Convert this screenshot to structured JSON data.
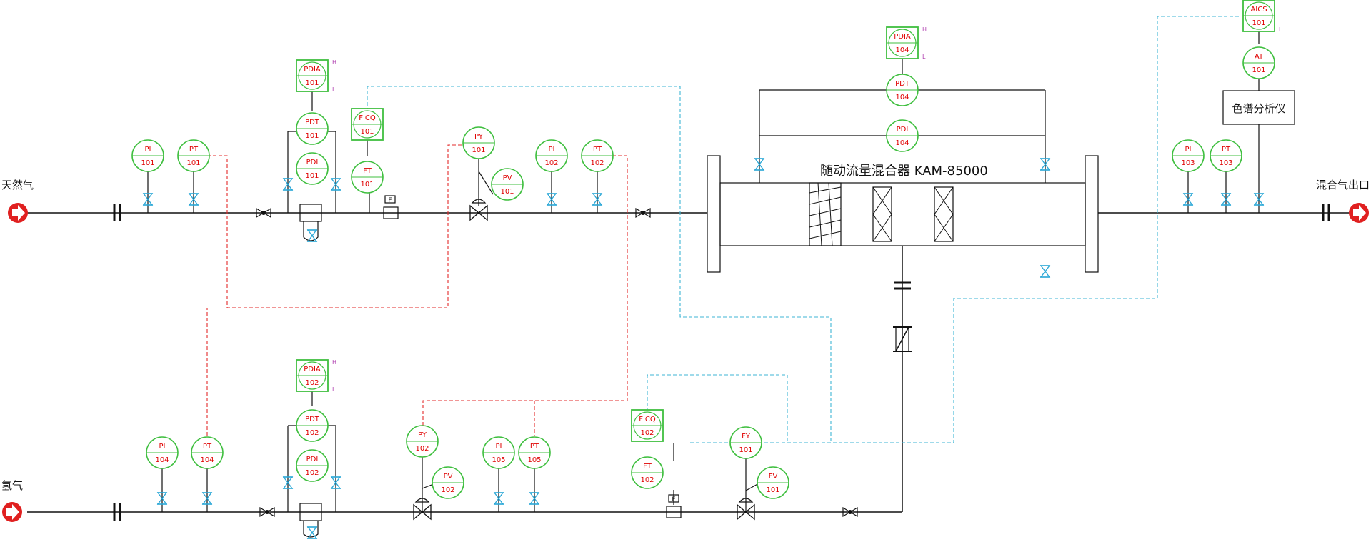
{
  "inlets": {
    "natural_gas": "天然气",
    "hydrogen": "氢气"
  },
  "outlet": "混合气出口",
  "mixer": "随动流量混合器 KAM-85000",
  "analyzer": "色谱分析仪",
  "instruments": [
    {
      "id": "pi101",
      "l1": "PI",
      "l2": "101"
    },
    {
      "id": "pt101",
      "l1": "PT",
      "l2": "101"
    },
    {
      "id": "pdia101",
      "l1": "PDIA",
      "l2": "101",
      "hi": "H",
      "lo": "L"
    },
    {
      "id": "pdt101",
      "l1": "PDT",
      "l2": "101"
    },
    {
      "id": "pdi101",
      "l1": "PDI",
      "l2": "101"
    },
    {
      "id": "ficq101",
      "l1": "FICQ",
      "l2": "101"
    },
    {
      "id": "ft101",
      "l1": "FT",
      "l2": "101"
    },
    {
      "id": "py101",
      "l1": "PY",
      "l2": "101"
    },
    {
      "id": "pv101",
      "l1": "PV",
      "l2": "101"
    },
    {
      "id": "pi102",
      "l1": "PI",
      "l2": "102"
    },
    {
      "id": "pt102",
      "l1": "PT",
      "l2": "102"
    },
    {
      "id": "pdia104",
      "l1": "PDIA",
      "l2": "104",
      "hi": "H",
      "lo": "L"
    },
    {
      "id": "pdt104",
      "l1": "PDT",
      "l2": "104"
    },
    {
      "id": "pdi104",
      "l1": "PDI",
      "l2": "104"
    },
    {
      "id": "aics101",
      "l1": "AICS",
      "l2": "101",
      "lo": "L"
    },
    {
      "id": "at101",
      "l1": "AT",
      "l2": "101"
    },
    {
      "id": "pi103",
      "l1": "PI",
      "l2": "103"
    },
    {
      "id": "pt103",
      "l1": "PT",
      "l2": "103"
    },
    {
      "id": "pi104",
      "l1": "PI",
      "l2": "104"
    },
    {
      "id": "pt104",
      "l1": "PT",
      "l2": "104"
    },
    {
      "id": "pdia102",
      "l1": "PDIA",
      "l2": "102",
      "hi": "H",
      "lo": "L"
    },
    {
      "id": "pdt102",
      "l1": "PDT",
      "l2": "102"
    },
    {
      "id": "pdi102",
      "l1": "PDI",
      "l2": "102"
    },
    {
      "id": "py102",
      "l1": "PY",
      "l2": "102"
    },
    {
      "id": "pv102",
      "l1": "PV",
      "l2": "102"
    },
    {
      "id": "pi105",
      "l1": "PI",
      "l2": "105"
    },
    {
      "id": "pt105",
      "l1": "PT",
      "l2": "105"
    },
    {
      "id": "ficq102",
      "l1": "FICQ",
      "l2": "102"
    },
    {
      "id": "ft102",
      "l1": "FT",
      "l2": "102"
    },
    {
      "id": "fy101",
      "l1": "FY",
      "l2": "101"
    },
    {
      "id": "fv101",
      "l1": "FV",
      "l2": "101"
    }
  ],
  "flow_symbol": "F",
  "colors": {
    "pipe": "#111111",
    "instrument_circle": "#3fbf3f",
    "instrument_text": "#e00000",
    "signal_red": "#e32b2b",
    "signal_blue": "#3fb6d4",
    "drain_valve": "#2aa7d6",
    "arrow_fill": "#e02020"
  }
}
